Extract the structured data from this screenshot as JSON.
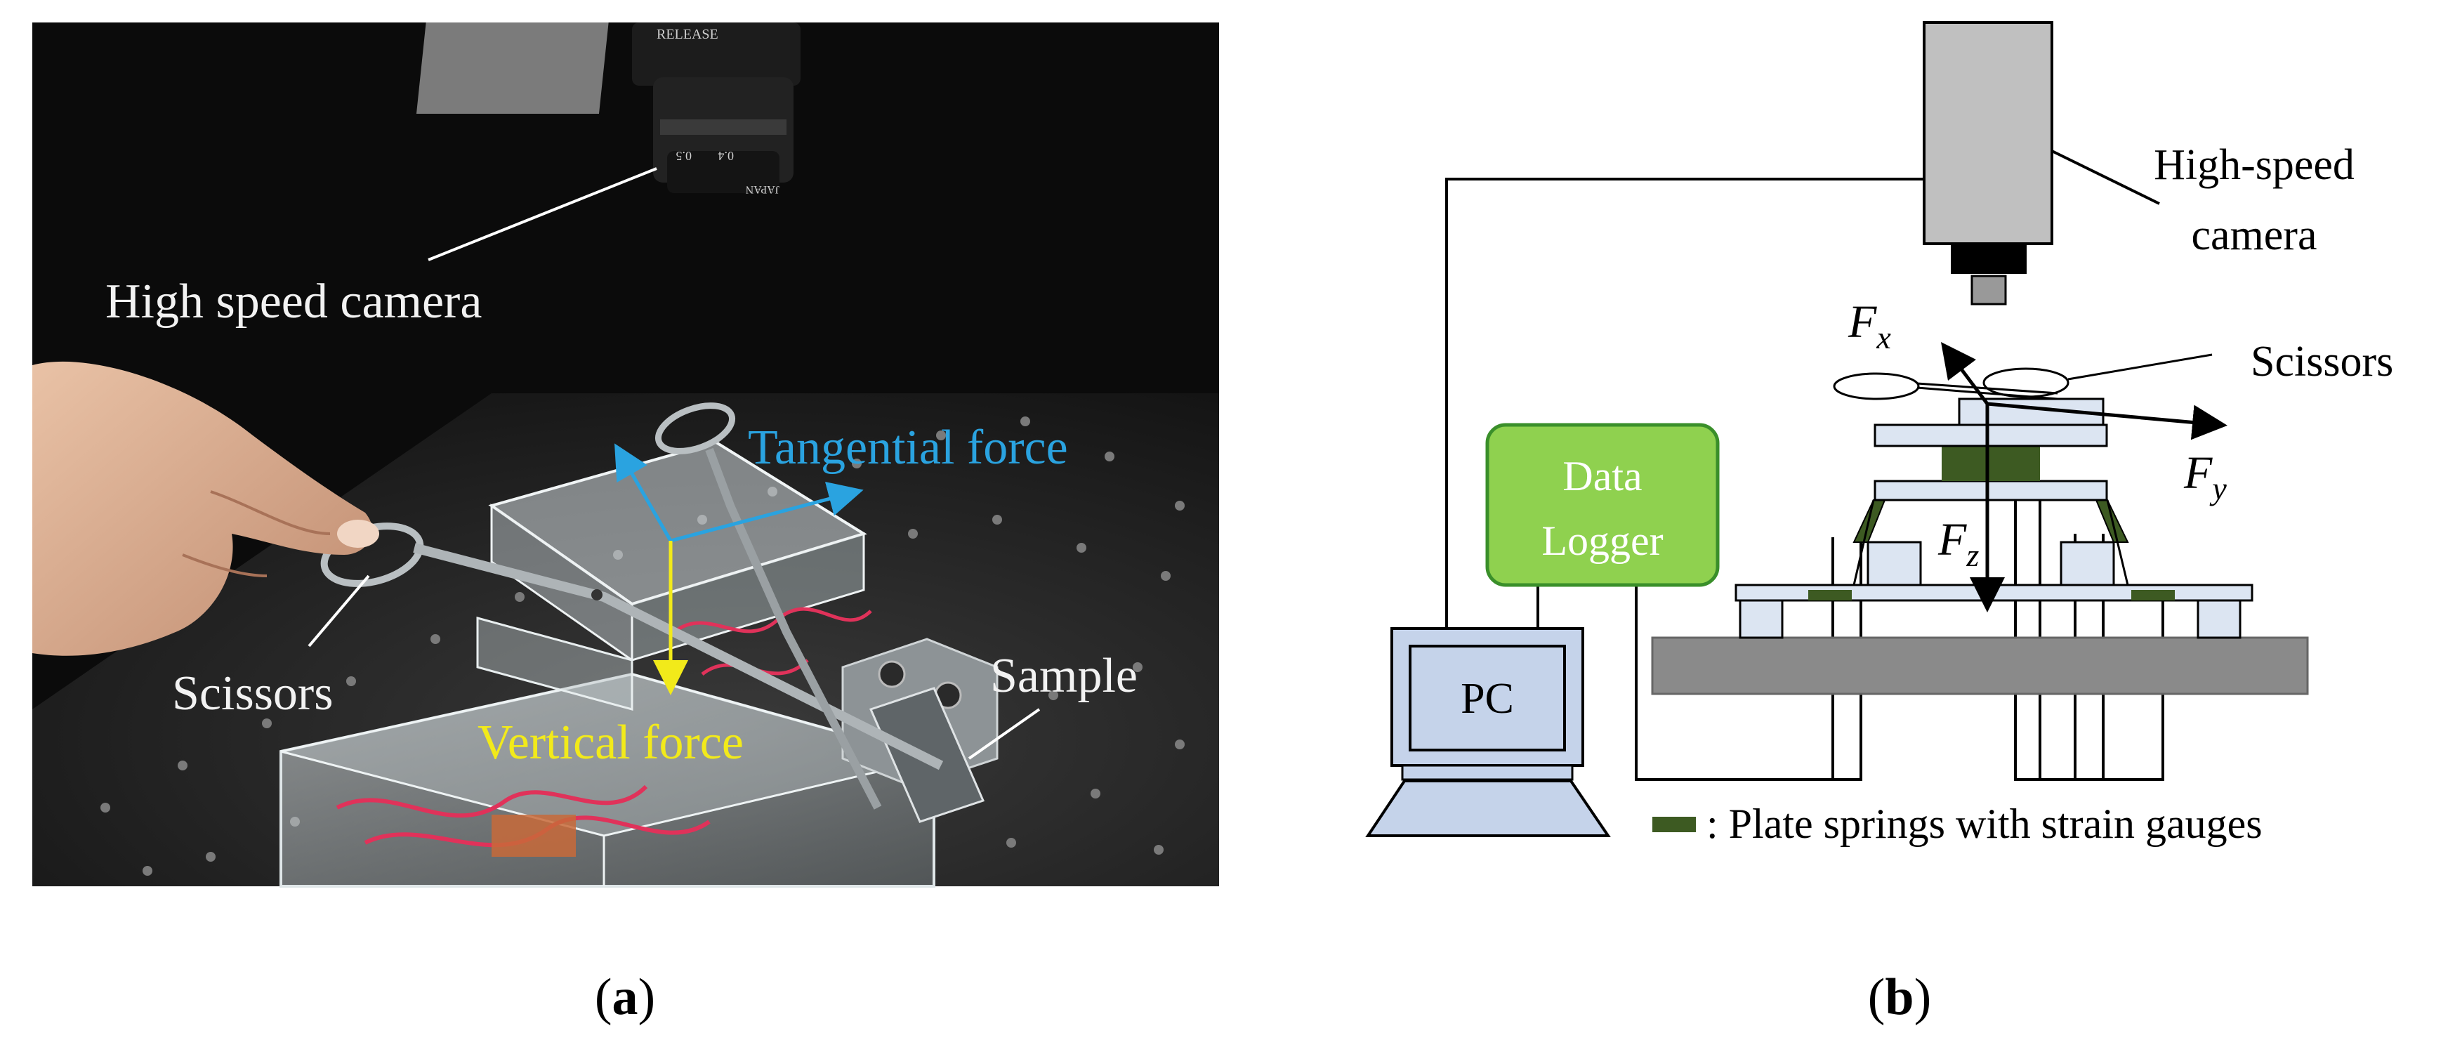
{
  "panel_a": {
    "labels": {
      "camera": "High speed camera",
      "tangential": "Tangential force",
      "scissors": "Scissors",
      "sample": "Sample",
      "vertical": "Vertical force"
    },
    "lens_markings": {
      "release": "RELEASE",
      "scale_a": "0.5",
      "scale_b": "0.4",
      "brand": "JAPAN"
    },
    "caption_letter": "a",
    "caption_open": "(",
    "caption_close": ")"
  },
  "panel_b": {
    "camera_label_line1": "High-speed",
    "camera_label_line2": "camera",
    "logger_line1": "Data",
    "logger_line2": "Logger",
    "pc": "PC",
    "scissors": "Scissors",
    "fx": "F",
    "fx_sub": "x",
    "fy": "F",
    "fy_sub": "y",
    "fz": "F",
    "fz_sub": "z",
    "legend": ": Plate springs with strain gauges",
    "caption_letter": "b",
    "caption_open": "(",
    "caption_close": ")"
  },
  "colors": {
    "photo_bg": "#0b0b0b",
    "tangential_text": "#2aa3e0",
    "vertical_text": "#f2ea1a",
    "photo_label": "#f2f2f2",
    "camera_body": "#c0c0c0",
    "logger_fill": "#8fd14f",
    "logger_stroke": "#3a8f2a",
    "pc_fill": "#c5d3ea",
    "plate_fill": "#dce5f2",
    "spring_fill": "#3d5a22",
    "base_fill": "#8a8a8a"
  }
}
